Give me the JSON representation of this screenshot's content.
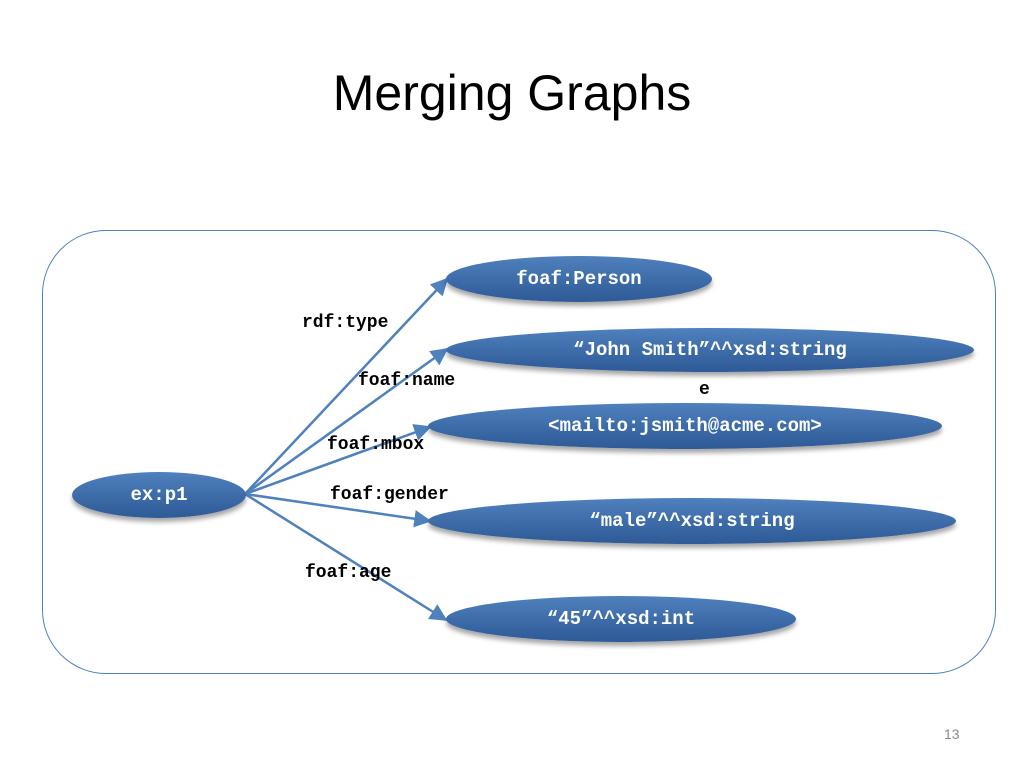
{
  "slide": {
    "title": "Merging Graphs",
    "page_number": "13"
  },
  "graph": {
    "subject": "ex:p1",
    "edges": [
      {
        "predicate": "rdf:type",
        "object": "foaf:Person"
      },
      {
        "predicate": "foaf:name",
        "object": "“John Smith”^^xsd:string"
      },
      {
        "predicate": "foaf:mbox",
        "object": "<mailto:jsmith@acme.com>"
      },
      {
        "predicate": "foaf:gender",
        "object": "“male”^^xsd:string"
      },
      {
        "predicate": "foaf:age",
        "object": "“45”^^xsd:int"
      }
    ],
    "overflow_fragment": "e"
  },
  "colors": {
    "node_fill": "#4F81BD",
    "edge": "#4F81BD",
    "frame": "#4F81BD",
    "node_text": "#FFFFFF"
  }
}
